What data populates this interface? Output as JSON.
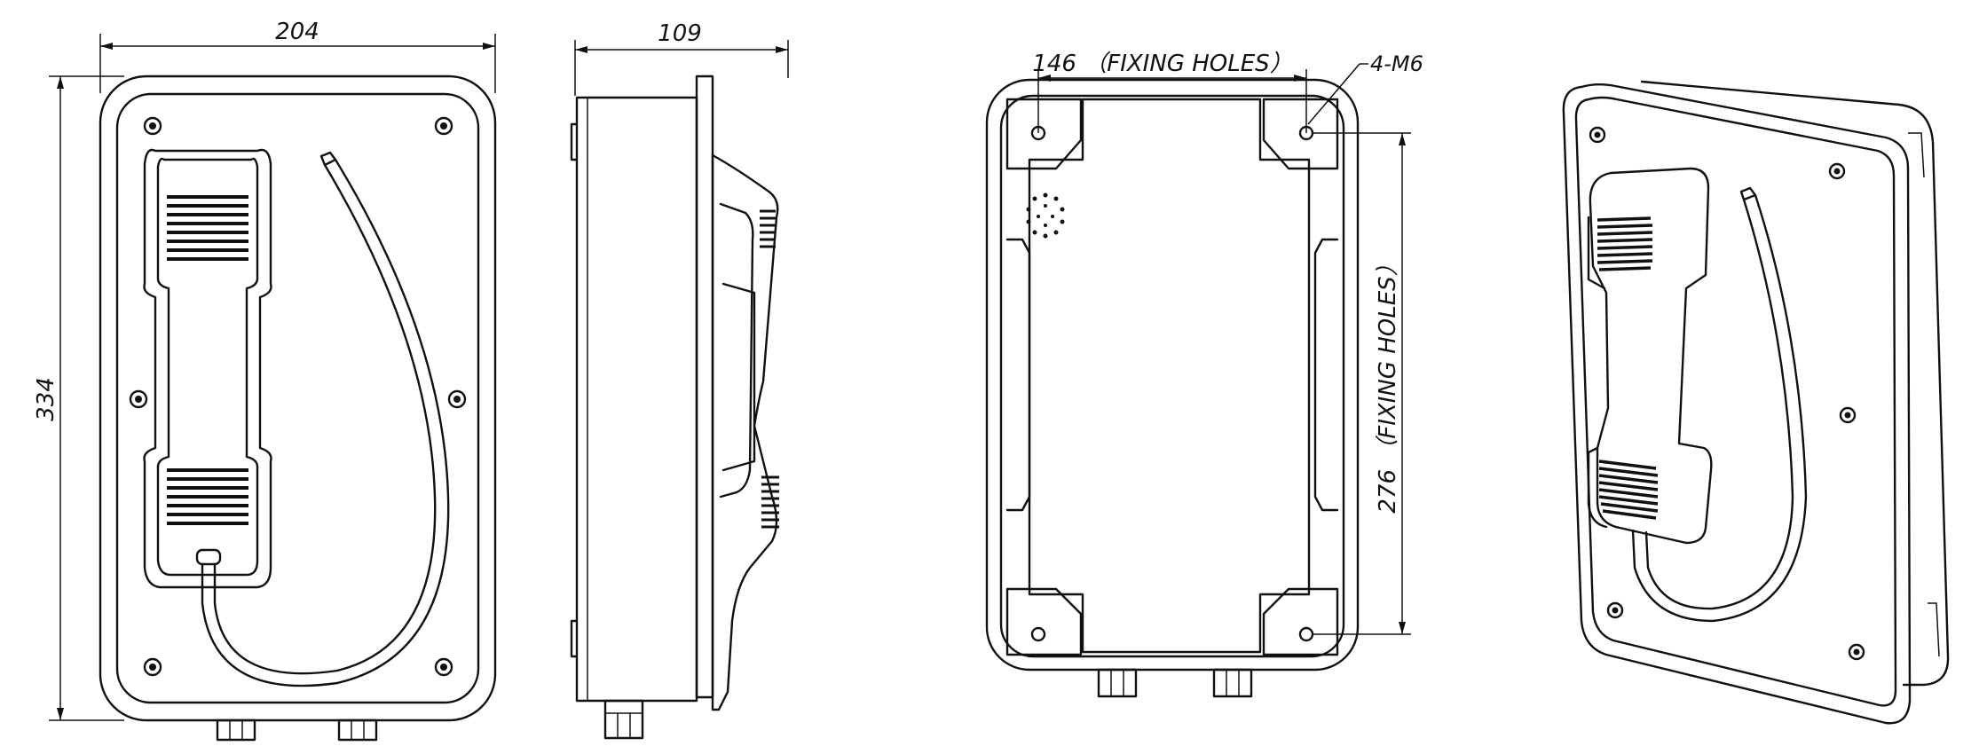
{
  "dimensions": {
    "front_width": "204",
    "front_height": "334",
    "side_depth": "109",
    "back_fixing_width": "146 （FIXING HOLES）",
    "back_screw_callout": "4-M6",
    "back_fixing_height": "276 （FIXING HOLES）"
  },
  "icons": {
    "front": "telephone-front-view-icon",
    "side": "telephone-side-view-icon",
    "back": "telephone-back-view-icon",
    "iso": "telephone-isometric-view-icon"
  }
}
